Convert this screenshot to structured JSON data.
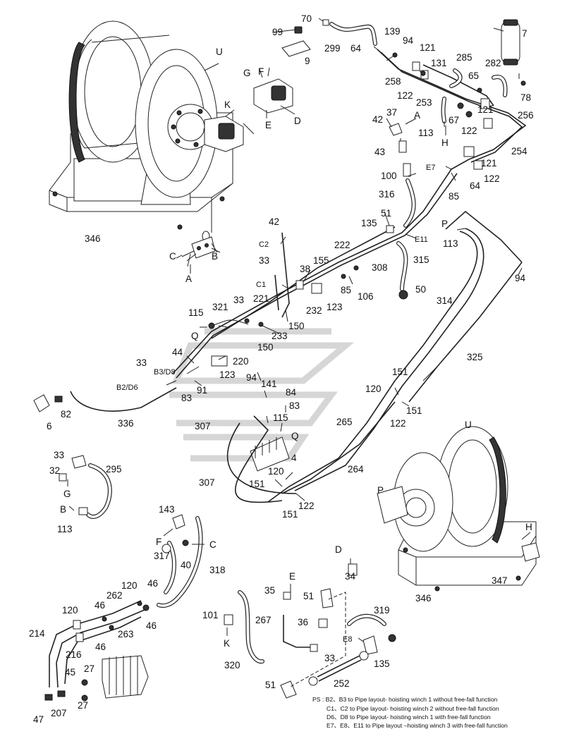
{
  "labels": {
    "l_346a": "346",
    "l_U_a": "U",
    "l_G_top": "G",
    "l_F_top": "F",
    "l_K_top": "K",
    "l_E_top": "E",
    "l_D_top": "D",
    "l_C_top": "C",
    "l_B_top": "B",
    "l_A_top": "A",
    "l_99": "99",
    "l_70": "70",
    "l_9": "9",
    "l_299": "299",
    "l_64a": "64",
    "l_139": "139",
    "l_94a": "94",
    "l_121a": "121",
    "l_285": "285",
    "l_7": "7",
    "l_258": "258",
    "l_131": "131",
    "l_282": "282",
    "l_65": "65",
    "l_122a": "122",
    "l_253": "253",
    "l_78": "78",
    "l_121b": "121",
    "l_42a": "42",
    "l_37": "37",
    "l_A_mid": "A",
    "l_256": "256",
    "l_67": "67",
    "l_122b": "122",
    "l_113a": "113",
    "l_H_top": "H",
    "l_43": "43",
    "l_254": "254",
    "l_121c": "121",
    "l_E7": "E7",
    "l_122c": "122",
    "l_100": "100",
    "l_64b": "64",
    "l_85a": "85",
    "l_316": "316",
    "l_42b": "42",
    "l_C2": "C2",
    "l_51a": "51",
    "l_135a": "135",
    "l_P_a": "P",
    "l_E11": "E11",
    "l_113b": "113",
    "l_222": "222",
    "l_33a": "33",
    "l_38": "38",
    "l_155": "155",
    "l_308": "308",
    "l_315": "315",
    "l_94b": "94",
    "l_C1": "C1",
    "l_221": "221",
    "l_85b": "85",
    "l_106": "106",
    "l_50": "50",
    "l_33b": "33",
    "l_232": "232",
    "l_123a": "123",
    "l_115a": "115",
    "l_321": "321",
    "l_150a": "150",
    "l_233": "233",
    "l_314": "314",
    "l_Q_a": "Q",
    "l_150b": "150",
    "l_325": "325",
    "l_44": "44",
    "l_220": "220",
    "l_33c": "33",
    "l_D8": "B3/D8",
    "l_123b": "123",
    "l_151a": "151",
    "l_B2": "B2/D6",
    "l_94c": "94",
    "l_141": "141",
    "l_91": "91",
    "l_120a": "120",
    "l_83a": "83",
    "l_84": "84",
    "l_83b": "83",
    "l_151b": "151",
    "l_6": "6",
    "l_82": "82",
    "l_122d": "122",
    "l_U_b": "U",
    "l_336": "336",
    "l_115b": "115",
    "l_265": "265",
    "l_307a": "307",
    "l_Q_b": "Q",
    "l_4": "4",
    "l_33d": "33",
    "l_32": "32",
    "l_295": "295",
    "l_G_b": "G",
    "l_264": "264",
    "l_120b": "120",
    "l_P_b": "P",
    "l_307b": "307",
    "l_151c": "151",
    "l_122e": "122",
    "l_B_b": "B",
    "l_113c": "113",
    "l_151d": "151",
    "l_H_b": "H",
    "l_143": "143",
    "l_F_b": "F",
    "l_C_b": "C",
    "l_317": "317",
    "l_40": "40",
    "l_318": "318",
    "l_D_b": "D",
    "l_34": "34",
    "l_347": "347",
    "l_120c": "120",
    "l_46a": "46",
    "l_262": "262",
    "l_35": "35",
    "l_E_b": "E",
    "l_51b": "51",
    "l_346b": "346",
    "l_120d": "120",
    "l_46b": "46",
    "l_46c": "46",
    "l_101": "101",
    "l_267": "267",
    "l_36": "36",
    "l_319": "319",
    "l_214": "214",
    "l_263": "263",
    "l_K_b": "K",
    "l_E8": "E8",
    "l_216": "216",
    "l_46d": "46",
    "l_33e": "33",
    "l_135b": "135",
    "l_45": "45",
    "l_27a": "27",
    "l_320": "320",
    "l_252": "252",
    "l_51c": "51",
    "l_47": "47",
    "l_207": "207",
    "l_27b": "27"
  },
  "notes": [
    "PS : B2、B3 to Pipe layout- hoisting winch 1 without free-fall function",
    "C1、C2 to Pipe layout- hoisting winch 2 without free-fall function",
    "D6、D8 to Pipe layout- hoisting winch 1 with free-fall function",
    "E7、E8、E11 to Pipe layout –hoisting winch 3 with free-fall function"
  ]
}
